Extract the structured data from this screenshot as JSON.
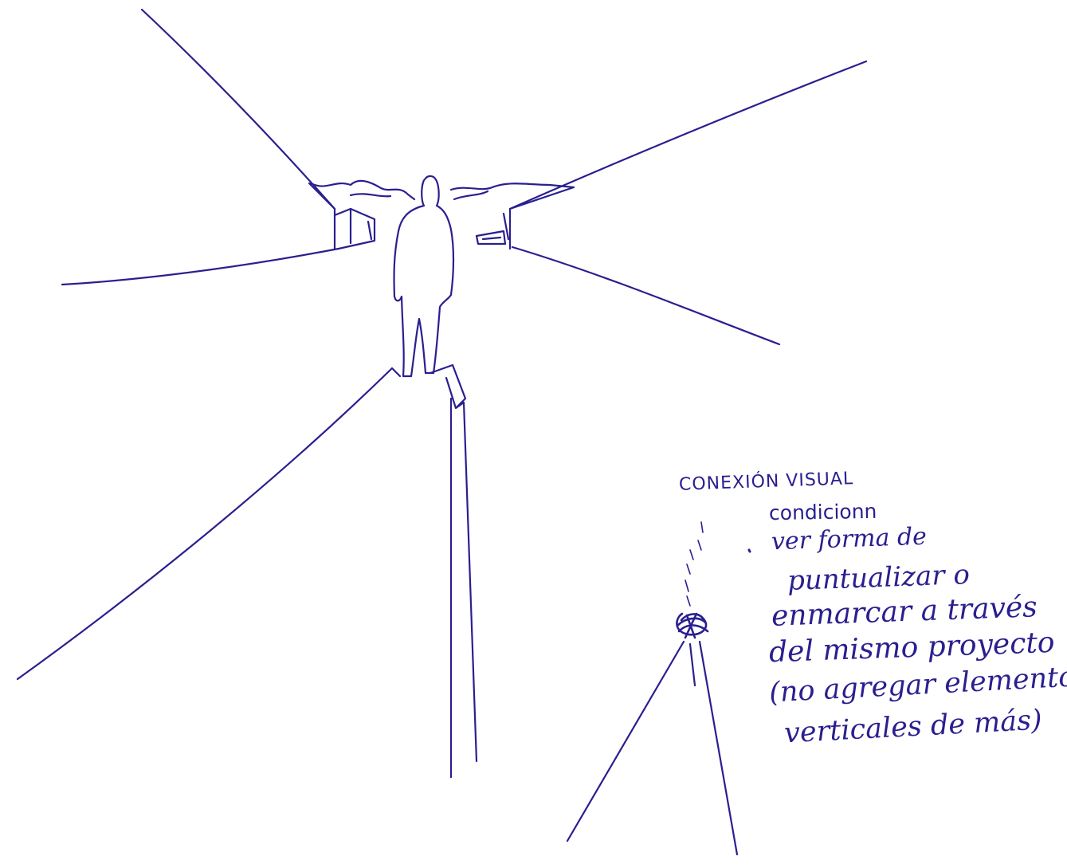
{
  "colors": {
    "paper": "#ffffff",
    "ink": "#2a1f8f"
  },
  "sketch": {
    "subject": "figure-on-pole-perspective",
    "annotation_lines": [
      "CONEXIÓN VISUAL",
      "condicionn",
      "ver forma de",
      "puntualizar o",
      "enmarcar a través",
      "del mismo proyecto",
      "(no agregar elementos",
      "verticales de más)"
    ]
  }
}
